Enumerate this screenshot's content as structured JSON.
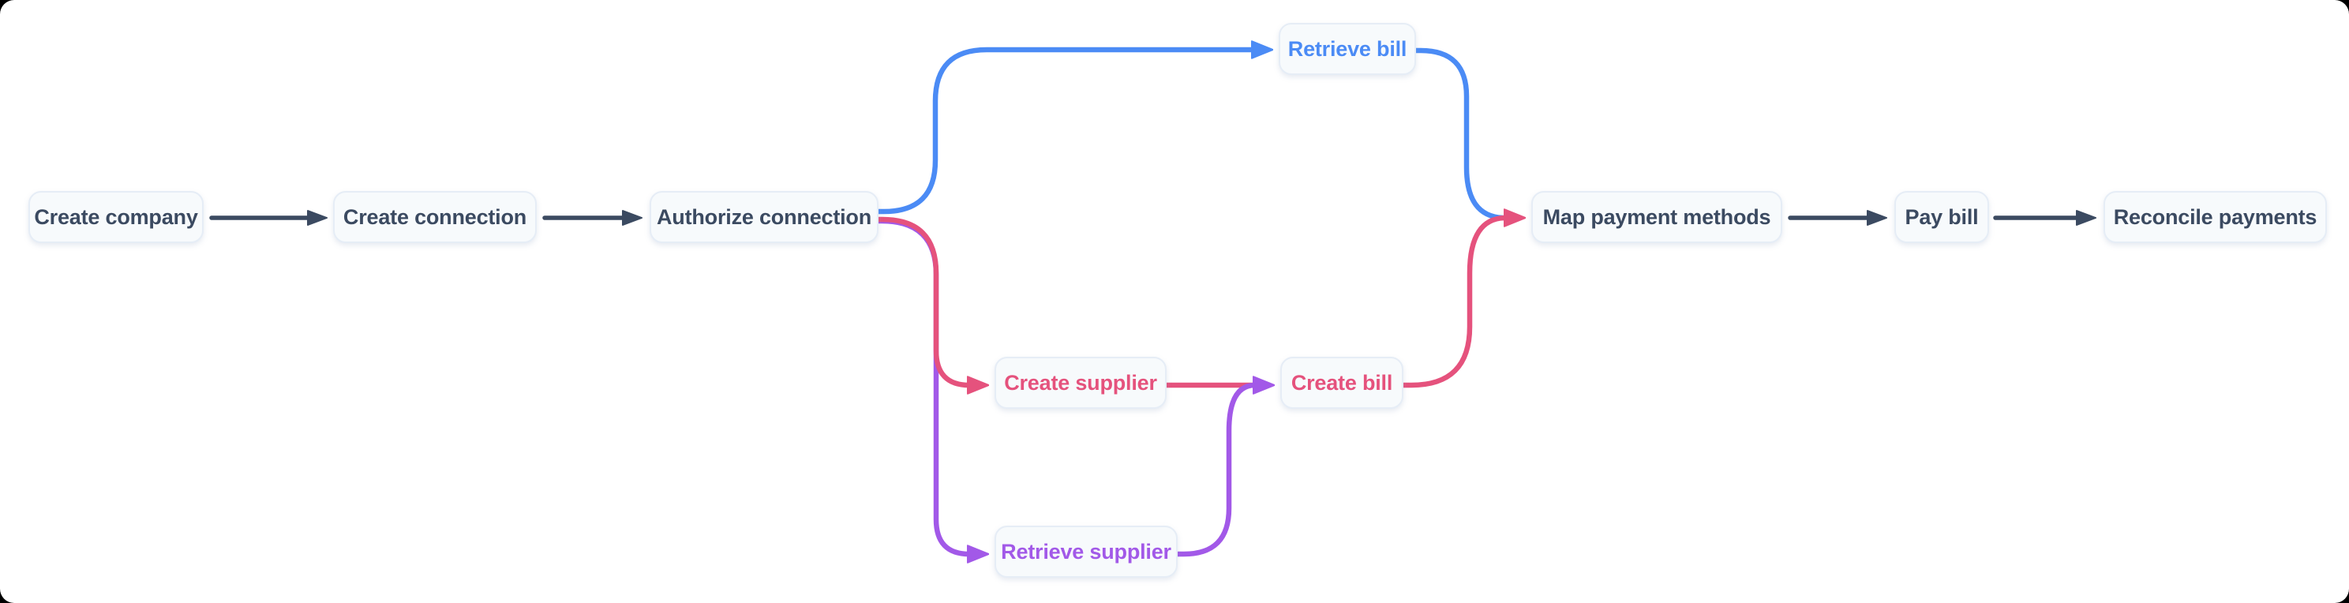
{
  "canvas": {
    "background": "#ffffff",
    "outer_background": "#000000"
  },
  "colors": {
    "node_background": "#f7fafc",
    "node_border": "#e6edf6",
    "dark": "#3b4a61",
    "blue": "#4b8bf5",
    "pink": "#e5527d",
    "purple": "#a259e8"
  },
  "diagram": {
    "type": "flowchart",
    "nodes": [
      {
        "id": "create-company",
        "label": "Create company",
        "color": "#3b4a61"
      },
      {
        "id": "create-connection",
        "label": "Create connection",
        "color": "#3b4a61"
      },
      {
        "id": "authorize-connection",
        "label": "Authorize connection",
        "color": "#3b4a61"
      },
      {
        "id": "retrieve-bill",
        "label": "Retrieve bill",
        "color": "#4b8bf5"
      },
      {
        "id": "create-supplier",
        "label": "Create supplier",
        "color": "#e5527d"
      },
      {
        "id": "create-bill",
        "label": "Create bill",
        "color": "#e5527d"
      },
      {
        "id": "retrieve-supplier",
        "label": "Retrieve supplier",
        "color": "#a259e8"
      },
      {
        "id": "map-payment-methods",
        "label": "Map payment methods",
        "color": "#3b4a61"
      },
      {
        "id": "pay-bill",
        "label": "Pay bill",
        "color": "#3b4a61"
      },
      {
        "id": "reconcile-payments",
        "label": "Reconcile payments",
        "color": "#3b4a61"
      }
    ],
    "edges": [
      {
        "from": "create-company",
        "to": "create-connection",
        "color": "#3b4a61"
      },
      {
        "from": "create-connection",
        "to": "authorize-connection",
        "color": "#3b4a61"
      },
      {
        "from": "authorize-connection",
        "to": "retrieve-bill",
        "color": "#4b8bf5"
      },
      {
        "from": "retrieve-bill",
        "to": "map-payment-methods",
        "color": "#4b8bf5"
      },
      {
        "from": "authorize-connection",
        "to": "create-supplier",
        "color": "#e5527d"
      },
      {
        "from": "create-supplier",
        "to": "create-bill",
        "color": "#e5527d"
      },
      {
        "from": "create-bill",
        "to": "map-payment-methods",
        "color": "#e5527d"
      },
      {
        "from": "authorize-connection",
        "to": "retrieve-supplier",
        "color": "#a259e8"
      },
      {
        "from": "retrieve-supplier",
        "to": "create-bill",
        "color": "#a259e8"
      },
      {
        "from": "map-payment-methods",
        "to": "pay-bill",
        "color": "#3b4a61"
      },
      {
        "from": "pay-bill",
        "to": "reconcile-payments",
        "color": "#3b4a61"
      }
    ]
  }
}
